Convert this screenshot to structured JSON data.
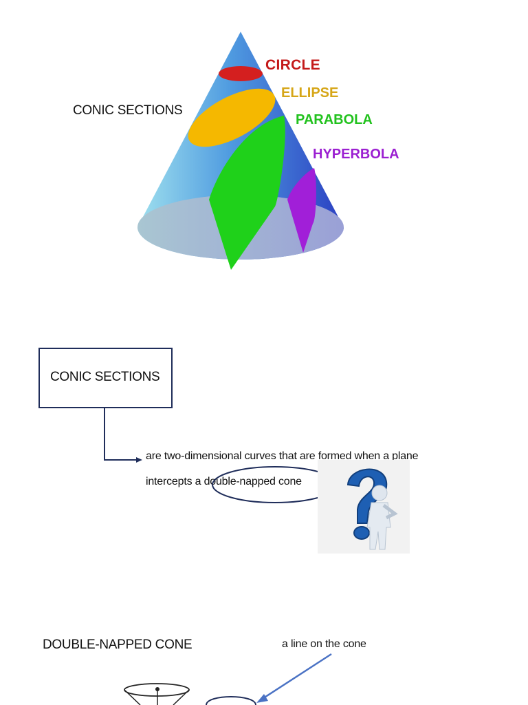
{
  "hero": {
    "side_label": "CONIC SECTIONS",
    "cone_labels": {
      "circle": "CIRCLE",
      "ellipse": "ELLIPSE",
      "parabola": "PARABOLA",
      "hyperbola": "HYPERBOLA"
    },
    "colors": {
      "circle": "#c41a1a",
      "ellipse": "#d6a618",
      "parabola": "#22c21e",
      "hyperbola": "#9b1fd1",
      "cone": "#4a86d6"
    }
  },
  "definition": {
    "box_title": "CONIC SECTIONS",
    "text_line1": "are two-dimensional curves that are formed when a plane",
    "text_line2_prefix": "intercepts a ",
    "text_line2_highlight": "double-napped cone",
    "illustration": "question-mark-figure-icon"
  },
  "double_napped": {
    "title": "DOUBLE-NAPPED CONE",
    "annotation": "a line on the cone"
  }
}
